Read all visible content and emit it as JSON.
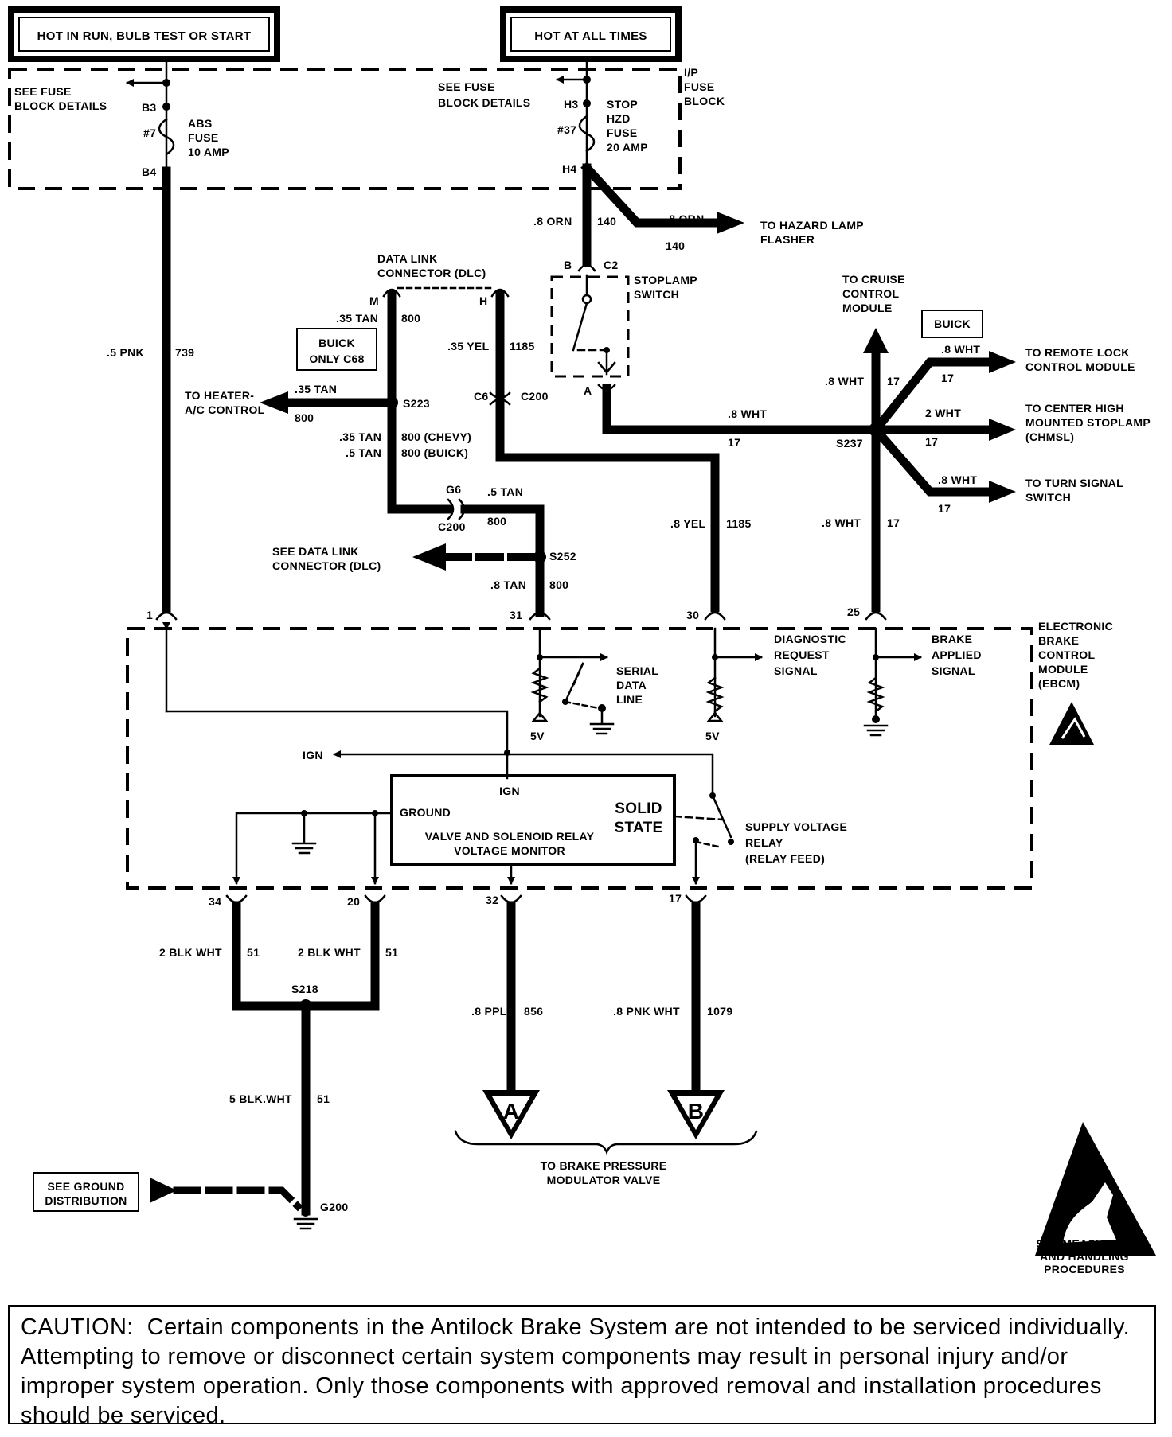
{
  "power": {
    "hot_run": "HOT IN RUN, BULB TEST OR START",
    "hot_all": "HOT AT ALL TIMES"
  },
  "fuse_block": {
    "see_left_1": "SEE FUSE",
    "see_left_2": "BLOCK DETAILS",
    "see_mid_1": "SEE FUSE",
    "see_mid_2": "BLOCK DETAILS",
    "ip_1": "I/P",
    "ip_2": "FUSE",
    "ip_3": "BLOCK",
    "b3": "B3",
    "b4": "B4",
    "f7": "#7",
    "abs_1": "ABS",
    "abs_2": "FUSE",
    "abs_3": "10 AMP",
    "h3": "H3",
    "h4": "H4",
    "f37": "#37",
    "stop_1": "STOP",
    "stop_2": "HZD",
    "stop_3": "FUSE",
    "stop_4": "20 AMP"
  },
  "wires": {
    "orn_140_a": ".8 ORN",
    "c140_a": "140",
    "orn_140_b": ".8 ORN",
    "c140_b": "140",
    "hazard_1": "TO HAZARD LAMP",
    "hazard_2": "FLASHER",
    "pnk": ".5 PNK",
    "c739": "739",
    "tan800_a": ".35 TAN",
    "c800_a": "800",
    "yel1185_a": ".35 YEL",
    "c1185_a": "1185",
    "tan800_b": ".35 TAN",
    "c800_b": "800",
    "heater_1": "TO HEATER-",
    "heater_2": "A/C CONTROL",
    "tan_chevy": ".35 TAN",
    "c800_chevy": "800 (CHEVY)",
    "tan_buick": ".5 TAN",
    "c800_buick": "800 (BUICK)",
    "tan5": ".5 TAN",
    "c800_c": "800",
    "see_dlc_1": "SEE DATA LINK",
    "see_dlc_2": "CONNECTOR (DLC)",
    "tan8": ".8 TAN",
    "c800_d": "800",
    "yel8": ".8 YEL",
    "c1185_b": "1185",
    "wht17_h": ".8 WHT",
    "c17_h": "17",
    "wht17_v": ".8 WHT",
    "c17_v": "17",
    "wht17_low": ".8 WHT",
    "c17_low": "17",
    "wht_rl": ".8 WHT",
    "c17_rl": "17",
    "wht_ch": "2 WHT",
    "c17_ch": "17",
    "wht_ts": ".8 WHT",
    "c17_ts": "17",
    "blk34": "2 BLK WHT",
    "c51_a": "51",
    "blk20": "2 BLK WHT",
    "c51_b": "51",
    "blk5": "5 BLK.WHT",
    "c51_c": "51",
    "ppl": ".8 PPL",
    "c856": "856",
    "pnkwht": ".8 PNK WHT",
    "c1079": "1079"
  },
  "connectors": {
    "dlc_1": "DATA LINK",
    "dlc_2": "CONNECTOR (DLC)",
    "m": "M",
    "h": "H",
    "b": "B",
    "c2": "C2",
    "a": "A",
    "c6": "C6",
    "c200_a": "C200",
    "g6": "G6",
    "c200_b": "C200",
    "buick_c68_1": "BUICK",
    "buick_c68_2": "ONLY C68",
    "buick": "BUICK",
    "p1": "1",
    "p31": "31",
    "p30": "30",
    "p25": "25",
    "p34": "34",
    "p20": "20",
    "p32": "32",
    "p17": "17"
  },
  "splices": {
    "s223": "S223",
    "s252": "S252",
    "s237": "S237",
    "s218": "S218",
    "g200": "G200"
  },
  "components": {
    "stoplamp_1": "STOPLAMP",
    "stoplamp_2": "SWITCH",
    "cruise_1": "TO CRUISE",
    "cruise_2": "CONTROL",
    "cruise_3": "MODULE",
    "rl_1": "TO REMOTE LOCK",
    "rl_2": "CONTROL MODULE",
    "chmsl_1": "TO CENTER HIGH",
    "chmsl_2": "MOUNTED STOPLAMP",
    "chmsl_3": "(CHMSL)",
    "ts_1": "TO TURN SIGNAL",
    "ts_2": "SWITCH"
  },
  "ebcm": {
    "name_1": "ELECTRONIC",
    "name_2": "BRAKE",
    "name_3": "CONTROL",
    "name_4": "MODULE",
    "name_5": "(EBCM)",
    "serial_1": "SERIAL",
    "serial_2": "DATA",
    "serial_3": "LINE",
    "diag_1": "DIAGNOSTIC",
    "diag_2": "REQUEST",
    "diag_3": "SIGNAL",
    "brake_1": "BRAKE",
    "brake_2": "APPLIED",
    "brake_3": "SIGNAL",
    "v5_a": "5V",
    "v5_b": "5V",
    "ign_out": "IGN",
    "ign_in": "IGN",
    "ground": "GROUND",
    "solid_1": "SOLID",
    "solid_2": "STATE",
    "monitor_1": "VALVE AND SOLENOID RELAY",
    "monitor_2": "VOLTAGE MONITOR",
    "relay_1": "SUPPLY VOLTAGE",
    "relay_2": "RELAY",
    "relay_3": "(RELAY FEED)"
  },
  "bottom": {
    "a": "A",
    "b": "B",
    "modulator_1": "TO BRAKE PRESSURE",
    "modulator_2": "MODULATOR VALVE",
    "gd_1": "SEE GROUND",
    "gd_2": "DISTRIBUTION",
    "esd_1": "SEE MEASURING",
    "esd_2": "AND HANDLING",
    "esd_3": "PROCEDURES"
  },
  "caution": {
    "label": "CAUTION:",
    "text": "Certain components in the Antilock Brake System are not intended to be serviced individually.  Attempting to remove or disconnect certain system components may result in personal injury and/or improper system operation.  Only those components with approved removal and installation procedures should be serviced."
  }
}
